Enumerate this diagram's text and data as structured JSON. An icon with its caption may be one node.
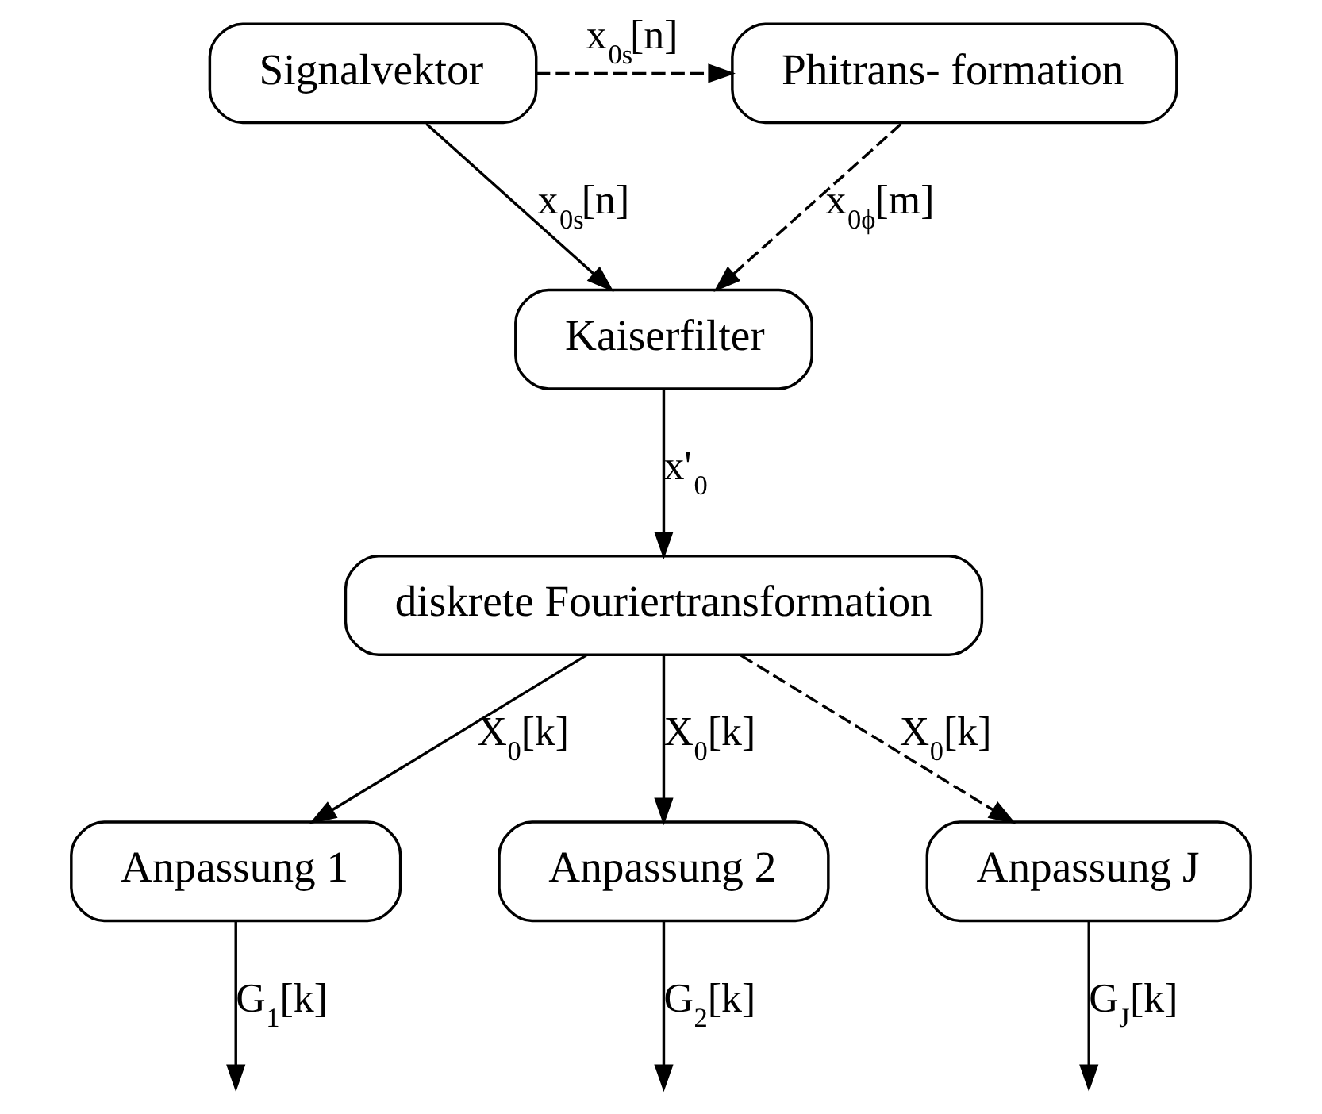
{
  "diagram": {
    "nodes": [
      {
        "text": [
          "Signalvektor"
        ]
      },
      {
        "text": [
          "Phitrans- formation"
        ]
      },
      {
        "text": [
          "Kaiserfilter"
        ]
      },
      {
        "text": [
          "diskrete Fouriertransformation"
        ]
      },
      {
        "text": [
          "Anpassung 1"
        ]
      },
      {
        "text": [
          "Anpassung 2"
        ]
      },
      {
        "text": [
          "Anpassung J"
        ]
      }
    ],
    "edges": [
      {
        "from": 0,
        "to": 1,
        "arrow": "to",
        "style": "dashed",
        "label": "x$_{0s}$[n]"
      },
      {
        "from": 0,
        "to": 2,
        "arrow": "to",
        "label": "x$_{0s}$[n]"
      },
      {
        "from": 1,
        "to": 2,
        "arrow": "to",
        "style": "dashed",
        "label": "x$_{0ϕ}$[m]"
      },
      {
        "from": 2,
        "to": 3,
        "arrow": "to",
        "label": "x'$_{0}$"
      },
      {
        "from": 3,
        "to": 4,
        "arrow": "to",
        "label": "X$_{0}$[k]"
      },
      {
        "from": 3,
        "to": 5,
        "arrow": "to",
        "label": "X$_{0}$[k]"
      },
      {
        "from": 3,
        "to": 6,
        "arrow": "to",
        "style": "dashed",
        "label": "X$_{0}$[k]"
      },
      {
        "from": 4,
        "to": null,
        "arrow": "to",
        "label": "G$_{1}$[k]"
      },
      {
        "from": 5,
        "to": null,
        "arrow": "to",
        "label": "G$_{2}$[k]"
      },
      {
        "from": 6,
        "to": null,
        "arrow": "to",
        "label": "G$_{J}$[k]"
      }
    ]
  }
}
